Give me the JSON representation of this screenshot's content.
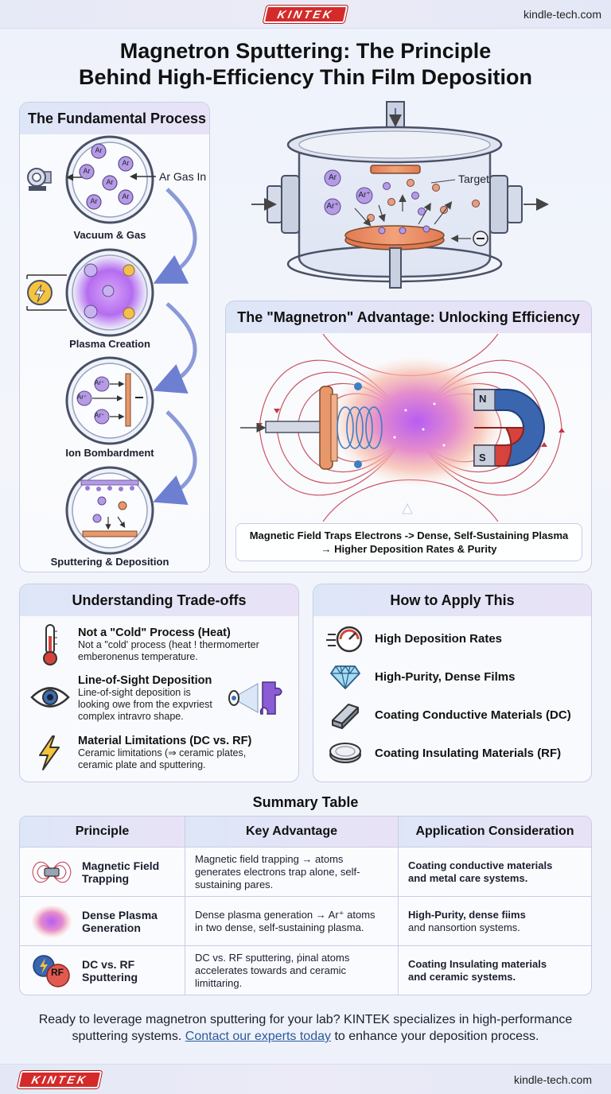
{
  "brand": {
    "logo": "KINTEK",
    "site": "kindle-tech.com"
  },
  "title_line1": "Magnetron Sputtering: The Principle",
  "title_line2": "Behind High-Efficiency Thin Film Deposition",
  "process": {
    "heading": "The Fundamental Process",
    "gas_in": "Ar Gas In",
    "steps": [
      "Vacuum & Gas",
      "Plasma Creation",
      "Ion Bombardment",
      "Sputtering & Deposition"
    ],
    "ar": "Ar",
    "ar_ion": "Ar⁺"
  },
  "chamber": {
    "target": "Target"
  },
  "magnetron": {
    "heading": "The \"Magnetron\" Advantage: Unlocking Efficiency",
    "north": "N",
    "south": "S",
    "caption_line1": "Magnetic Field Traps Electrons -> Dense, Self-Sustaining Plasma",
    "caption_line2": "→ Higher Deposition Rates & Purity"
  },
  "tradeoffs": {
    "heading": "Understanding Trade-offs",
    "items": [
      {
        "title": "Not a \"Cold\" Process (Heat)",
        "desc1": "Not a \"cold' process (heat ! thermomerter",
        "desc2": "emberonenus temperature."
      },
      {
        "title": "Line-of-Sight Deposition",
        "desc1": "Line-of-sight deposition is",
        "desc2": "looking owe from the expvriest",
        "desc3": "complex intravro shape."
      },
      {
        "title": "Material Limitations (DC vs. RF)",
        "desc1": "Ceramic limitations (⇒ ceramic plates,",
        "desc2": "ceramic plate and sputtering."
      }
    ]
  },
  "apply": {
    "heading": "How to Apply This",
    "items": [
      "High Deposition Rates",
      "High-Purity, Dense Films",
      "Coating Conductive Materials (DC)",
      "Coating Insulating Materials (RF)"
    ]
  },
  "summary": {
    "heading": "Summary Table",
    "headers": [
      "Principle",
      "Key Advantage",
      "Application Consideration"
    ],
    "rows": [
      {
        "p1": "Magnetic Field",
        "p2": "Trapping",
        "a1": "Magnetic field trapping → atoms",
        "a2": "generates electrons trap alone, self-",
        "a3": "sustaining pares.",
        "c1": "Coating conductive materials",
        "c2": "and metal care systems."
      },
      {
        "p1": "Dense Plasma",
        "p2": "Generation",
        "a1": "Dense plasma generation → Ar⁺ atoms",
        "a2": "in two dense, self-sustaining plasma.",
        "a3": "",
        "c1": "High-Purity, dense fiims",
        "c2": "and nansortion systems."
      },
      {
        "p1": "DC vs. RF",
        "p2": "Sputtering",
        "a1": "DC vs. RF sputtering, ṗinal atoms",
        "a2": "accelerates towards and ceramic",
        "a3": "limittaring.",
        "c1": "Coating Insulating materials",
        "c2": "and ceramic systems."
      }
    ],
    "rf": "RF"
  },
  "cta": {
    "line1": "Ready to leverage magnetron sputtering for your lab? KINTEK specializes in high-performance",
    "line2_pre": "sputtering systems. ",
    "link": "Contact our experts today",
    "line2_post": " to enhance your deposition process."
  },
  "colors": {
    "accent_red": "#d42a2a",
    "ar_purple": "#b59be6",
    "plasma": "#c06bf0",
    "arrow_blue": "#6d7fd0"
  }
}
